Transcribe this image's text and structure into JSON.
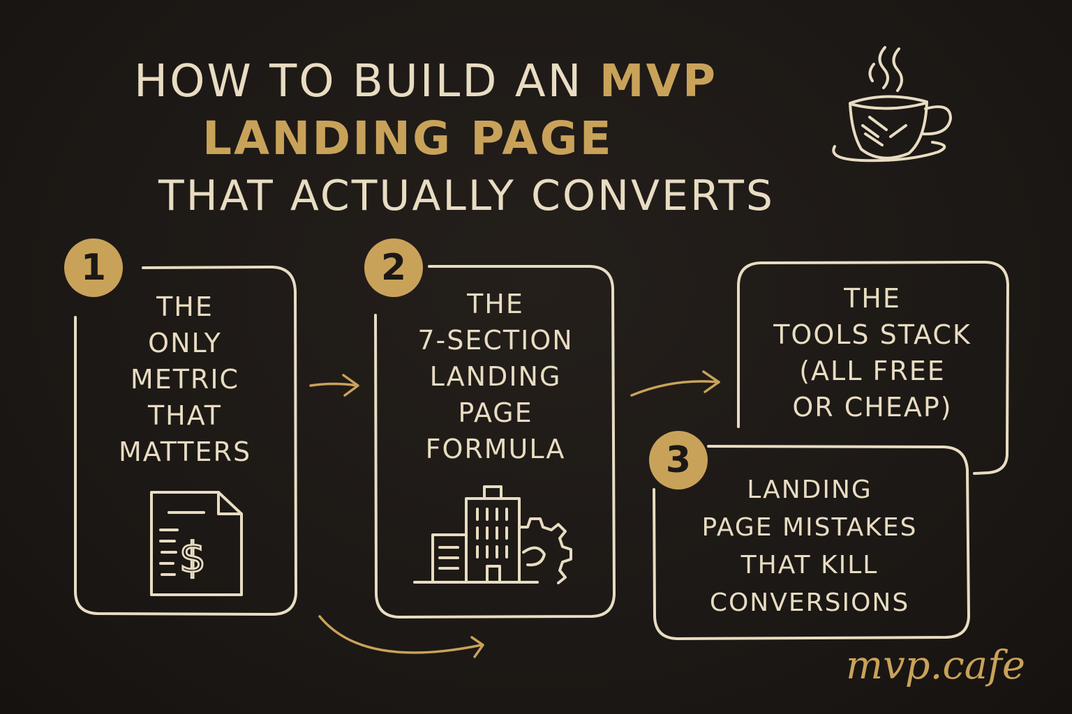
{
  "title": {
    "line1_prefix": "HOW TO BUILD AN",
    "line1_accent": "MVP",
    "line2": "LANDING PAGE",
    "line3": "THAT ACTUALLY CONVERTS"
  },
  "steps": [
    {
      "number": "1",
      "lines": [
        "THE",
        "ONLY",
        "METRIC",
        "THAT",
        "MATTERS"
      ],
      "icon": "invoice-dollar-icon"
    },
    {
      "number": "2",
      "lines": [
        "THE",
        "7-SECTION",
        "LANDING",
        "PAGE",
        "FORMULA"
      ],
      "icon": "building-gear-icon"
    },
    {
      "number": "",
      "lines": [
        "THE",
        "TOOLS STACK",
        "(ALL FREE",
        "OR CHEAP)"
      ]
    },
    {
      "number": "3",
      "lines": [
        "LANDING",
        "PAGE MISTAKES",
        "THAT KILL",
        "CONVERSIONS"
      ]
    }
  ],
  "decor": {
    "cup": "coffee-cup-icon"
  },
  "brand": "mvp.cafe",
  "colors": {
    "background": "#1c1815",
    "chalk": "#e8dcc2",
    "accent": "#c9a25a"
  }
}
